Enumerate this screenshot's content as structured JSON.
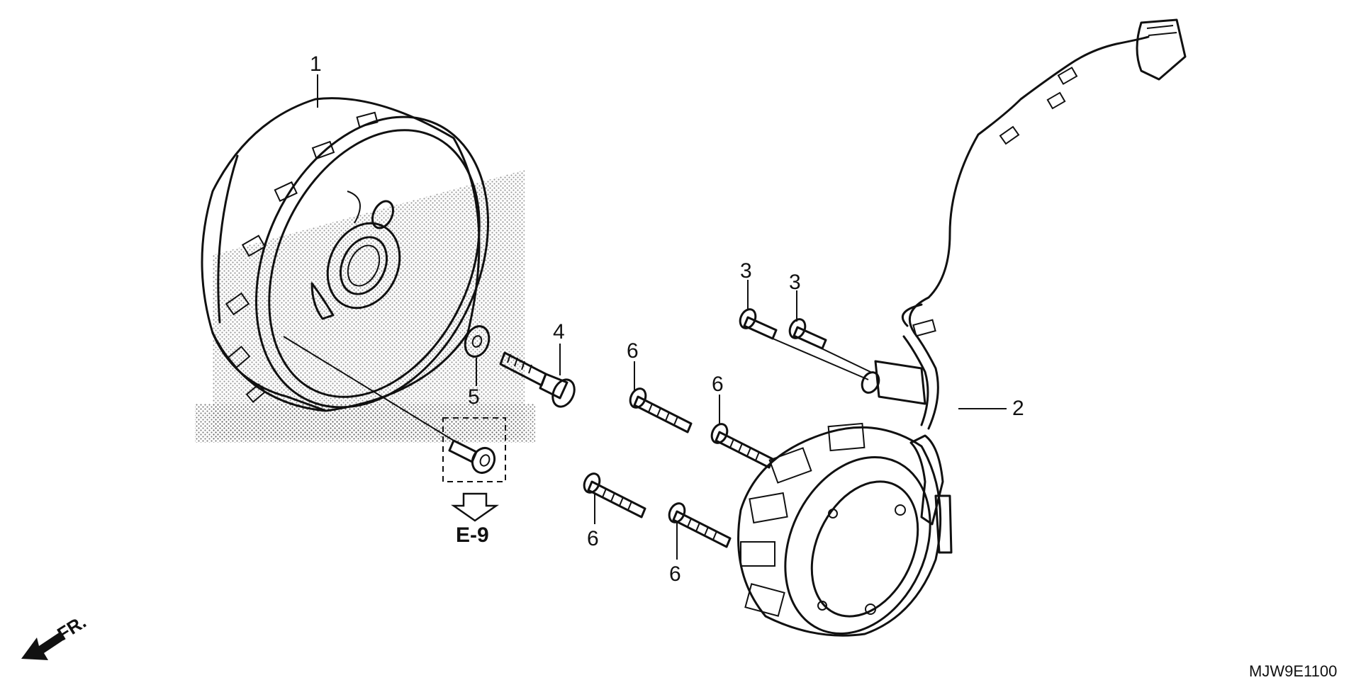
{
  "diagram": {
    "code": "MJW9E1100",
    "front_label": "FR.",
    "ref_label": "E-9",
    "callouts": {
      "flywheel": "1",
      "stator": "2",
      "screw_a": "3",
      "screw_b": "3",
      "bolt": "4",
      "washer": "5",
      "stator_bolt_a": "6",
      "stator_bolt_b": "6",
      "stator_bolt_c": "6",
      "stator_bolt_d": "6"
    }
  }
}
